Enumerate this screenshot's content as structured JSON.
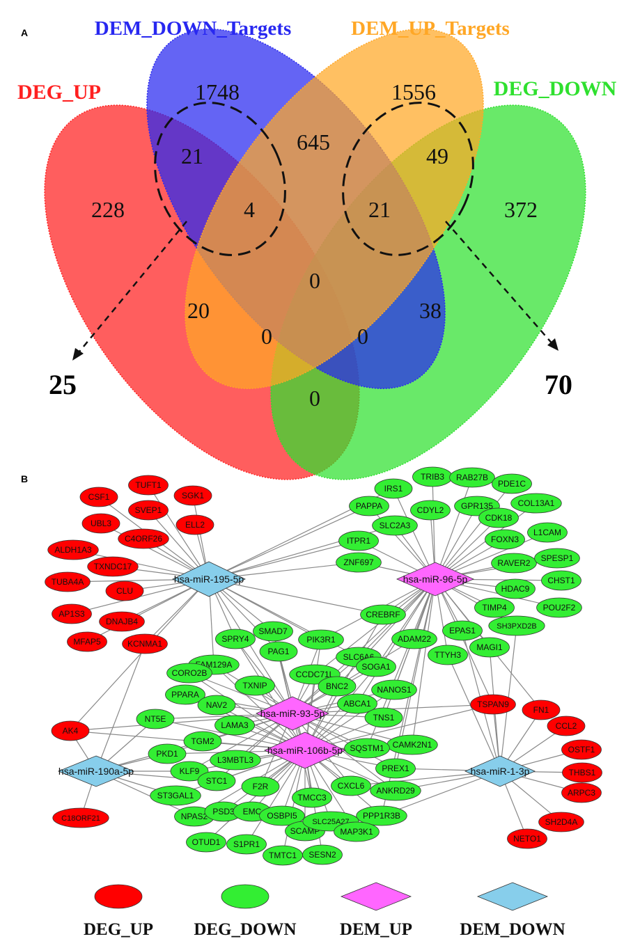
{
  "panel_a": {
    "label": "A",
    "sets": [
      {
        "key": "deg_up",
        "name": "DEG_UP",
        "color": "#ff2020"
      },
      {
        "key": "dem_down_targets",
        "name": "DEM_DOWN_Targets",
        "color": "#2828f0"
      },
      {
        "key": "dem_up_targets",
        "name": "DEM_UP_Targets",
        "color": "#ffa726"
      },
      {
        "key": "deg_down",
        "name": "DEG_DOWN",
        "color": "#2fe02f"
      }
    ],
    "counts": [
      {
        "sets": [
          "deg_up"
        ],
        "value": "228"
      },
      {
        "sets": [
          "dem_down_targets"
        ],
        "value": "1748"
      },
      {
        "sets": [
          "dem_up_targets"
        ],
        "value": "1556"
      },
      {
        "sets": [
          "deg_down"
        ],
        "value": "372"
      },
      {
        "sets": [
          "deg_up",
          "dem_down_targets"
        ],
        "value": "21"
      },
      {
        "sets": [
          "dem_down_targets",
          "dem_up_targets"
        ],
        "value": "645"
      },
      {
        "sets": [
          "dem_up_targets",
          "deg_down"
        ],
        "value": "49"
      },
      {
        "sets": [
          "deg_up",
          "dem_down_targets",
          "dem_up_targets"
        ],
        "value": "4"
      },
      {
        "sets": [
          "dem_down_targets",
          "dem_up_targets",
          "deg_down"
        ],
        "value": "21"
      },
      {
        "sets": [
          "all"
        ],
        "value": "0"
      },
      {
        "sets": [
          "deg_up",
          "dem_up_targets"
        ],
        "value": "20"
      },
      {
        "sets": [
          "dem_down_targets",
          "deg_down"
        ],
        "value": "38"
      },
      {
        "sets": [
          "deg_up",
          "dem_up_targets",
          "deg_down"
        ],
        "value": "0"
      },
      {
        "sets": [
          "deg_up",
          "dem_down_targets",
          "deg_down"
        ],
        "value": "0"
      },
      {
        "sets": [
          "deg_up",
          "deg_down"
        ],
        "value": "0"
      }
    ],
    "totals": {
      "left": "25",
      "right": "70"
    }
  },
  "panel_b": {
    "label": "B",
    "colors": {
      "deg_up": "#ff0000",
      "deg_down": "#33ee33",
      "dem_up": "#ff66ff",
      "dem_down": "#87ceeb",
      "edge": "#888888"
    },
    "mirnas": [
      {
        "id": "m195",
        "label": "hsa-miR-195-5p",
        "type": "dem_down"
      },
      {
        "id": "m96",
        "label": "hsa-miR-96-5p",
        "type": "dem_up"
      },
      {
        "id": "m93",
        "label": "hsa-miR-93-5p",
        "type": "dem_up"
      },
      {
        "id": "m106",
        "label": "hsa-miR-106b-5p",
        "type": "dem_up"
      },
      {
        "id": "m190",
        "label": "hsa-miR-190a-5p",
        "type": "dem_down"
      },
      {
        "id": "m1",
        "label": "hsa-miR-1-3p",
        "type": "dem_down"
      }
    ],
    "genes_up": [
      "TUFT1",
      "CSF1",
      "SGK1",
      "SVEP1",
      "UBL3",
      "ELL2",
      "C4ORF26",
      "ALDH1A3",
      "TXNDC17",
      "TUBA4A",
      "CLU",
      "AP1S3",
      "DNAJB4",
      "MFAP5",
      "KCNMA1",
      "AK4",
      "C18ORF21",
      "TSPAN9",
      "FN1",
      "CCL2",
      "OSTF1",
      "THBS1",
      "ARPC3",
      "SH2D4A",
      "NETO1"
    ],
    "genes_down": [
      "IRS1",
      "TRIB3",
      "RAB27B",
      "PDE1C",
      "PAPPA",
      "CDYL2",
      "GPR135",
      "COL13A1",
      "SLC2A3",
      "CDK18",
      "L1CAM",
      "ITPR1",
      "FOXN3",
      "ZNF697",
      "RAVER2",
      "SPESP1",
      "HDAC9",
      "CHST1",
      "TIMP4",
      "POU2F2",
      "CREBRF",
      "SH3PXD2B",
      "EPAS1",
      "MAGI1",
      "ADAM22",
      "TTYH3",
      "SMAD7",
      "SPRY4",
      "PIK3R1",
      "PAG1",
      "SLC6A6",
      "FAM129A",
      "CCDC71L",
      "SOGA1",
      "CORO2B",
      "BNC2",
      "NANOS1",
      "TXNIP",
      "ABCA1",
      "PPARA",
      "NAV2",
      "TNS1",
      "NT5E",
      "LAMA3",
      "TGM2",
      "CAMK2N1",
      "SQSTM1",
      "PKD1",
      "L3MBTL3",
      "PREX1",
      "KLF9",
      "STC1",
      "ANKRD29",
      "ST3GAL1",
      "F2R",
      "CXCL6",
      "TMCC3",
      "PPP1R3B",
      "NPAS2",
      "PSD3",
      "EMC",
      "OSBPI5",
      "SCAMP",
      "SLC25A27",
      "MAP3K1",
      "OTUD1",
      "S1PR1",
      "TMTC1",
      "SESN2"
    ],
    "legend": [
      {
        "type": "deg_up",
        "label": "DEG_UP",
        "shape": "ellipse"
      },
      {
        "type": "deg_down",
        "label": "DEG_DOWN",
        "shape": "ellipse"
      },
      {
        "type": "dem_up",
        "label": "DEM_UP",
        "shape": "diamond"
      },
      {
        "type": "dem_down",
        "label": "DEM_DOWN",
        "shape": "diamond"
      }
    ]
  }
}
